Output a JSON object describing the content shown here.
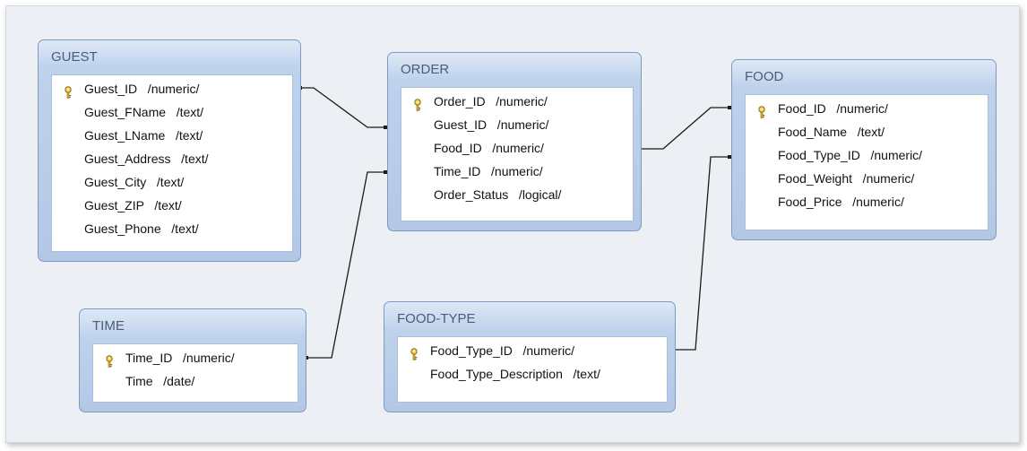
{
  "tables": {
    "guest": {
      "title": "GUEST",
      "fields": [
        {
          "text": "Guest_ID   /numeric/",
          "key": true
        },
        {
          "text": "Guest_FName   /text/",
          "key": false
        },
        {
          "text": "Guest_LName   /text/",
          "key": false
        },
        {
          "text": "Guest_Address   /text/",
          "key": false
        },
        {
          "text": "Guest_City   /text/",
          "key": false
        },
        {
          "text": "Guest_ZIP   /text/",
          "key": false
        },
        {
          "text": "Guest_Phone   /text/",
          "key": false
        }
      ]
    },
    "order": {
      "title": "ORDER",
      "fields": [
        {
          "text": "Order_ID   /numeric/",
          "key": true
        },
        {
          "text": "Guest_ID   /numeric/",
          "key": false
        },
        {
          "text": "Food_ID   /numeric/",
          "key": false
        },
        {
          "text": "Time_ID   /numeric/",
          "key": false
        },
        {
          "text": "Order_Status   /logical/",
          "key": false
        }
      ]
    },
    "food": {
      "title": "FOOD",
      "fields": [
        {
          "text": "Food_ID   /numeric/",
          "key": true
        },
        {
          "text": "Food_Name   /text/",
          "key": false
        },
        {
          "text": "Food_Type_ID   /numeric/",
          "key": false
        },
        {
          "text": "Food_Weight   /numeric/",
          "key": false
        },
        {
          "text": "Food_Price   /numeric/",
          "key": false
        }
      ]
    },
    "time": {
      "title": "TIME",
      "fields": [
        {
          "text": "Time_ID   /numeric/",
          "key": true
        },
        {
          "text": "Time   /date/",
          "key": false
        }
      ]
    },
    "food_type": {
      "title": "FOOD-TYPE",
      "fields": [
        {
          "text": "Food_Type_ID   /numeric/",
          "key": true
        },
        {
          "text": "Food_Type_Description   /text/",
          "key": false
        }
      ]
    }
  },
  "colors": {
    "canvas": "#ecf0f4",
    "table_border": "#7d9ac4",
    "relationship_line": "#1a1a1a"
  },
  "icons": {
    "primary_key": "key-icon"
  }
}
